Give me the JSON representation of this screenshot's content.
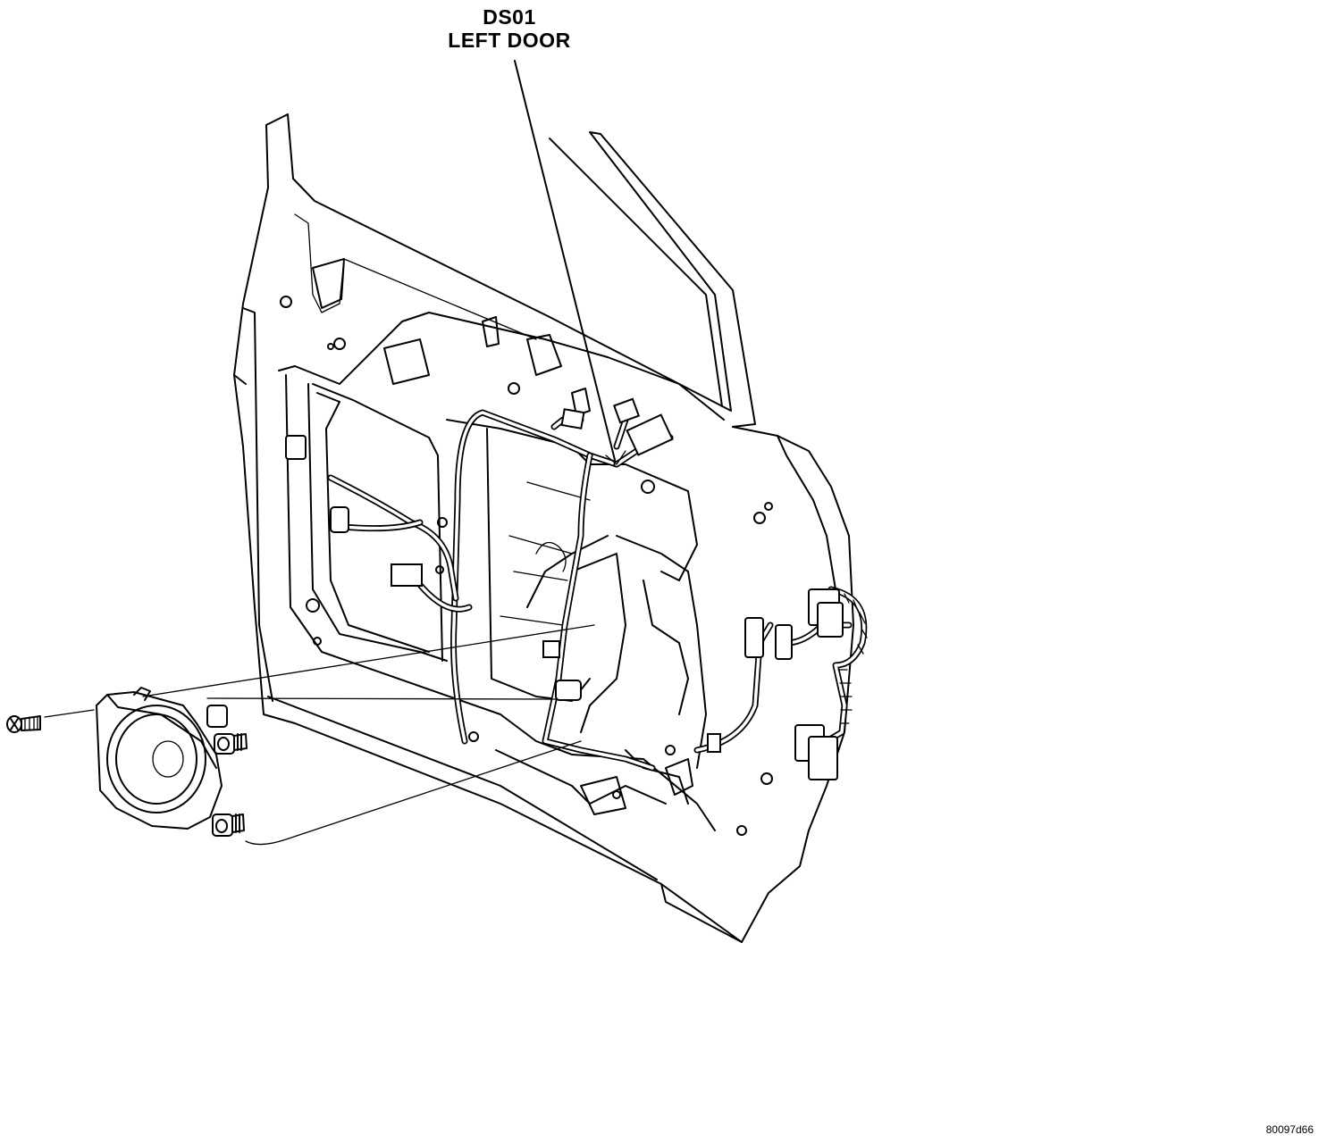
{
  "callout": {
    "code": "DS01",
    "name": "LEFT DOOR"
  },
  "figure_number": "80097d66"
}
